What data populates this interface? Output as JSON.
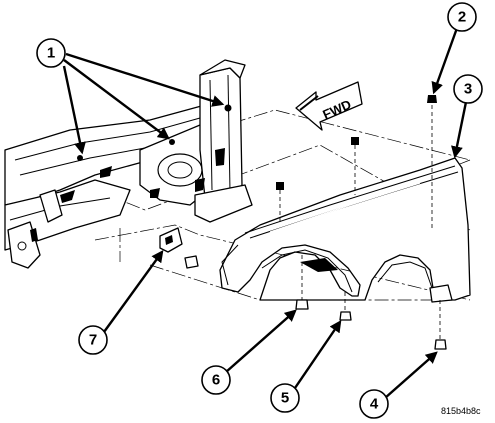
{
  "direction_label": "FWD",
  "figure_code": "815b4b8c",
  "callouts": [
    {
      "number": "1"
    },
    {
      "number": "2"
    },
    {
      "number": "3"
    },
    {
      "number": "4"
    },
    {
      "number": "5"
    },
    {
      "number": "6"
    },
    {
      "number": "7"
    }
  ]
}
